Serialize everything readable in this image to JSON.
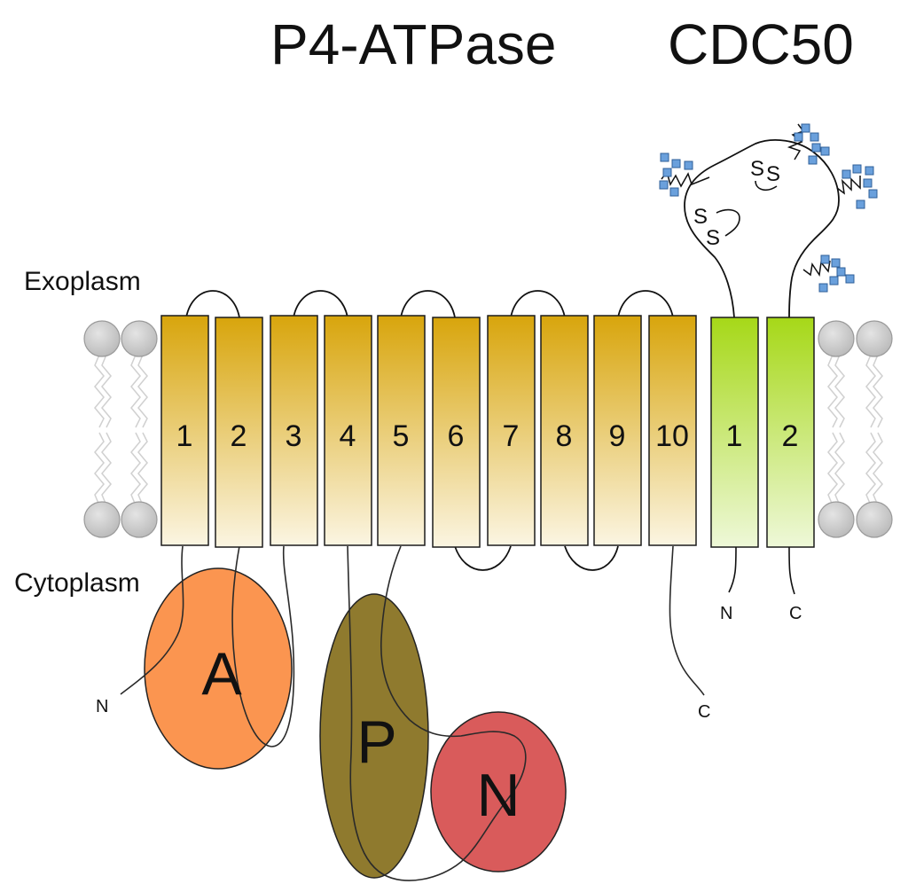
{
  "titles": {
    "left": "P4-ATPase",
    "right": "CDC50"
  },
  "regions": {
    "exoplasm": "Exoplasm",
    "cytoplasm": "Cytoplasm"
  },
  "p4_helices": [
    "1",
    "2",
    "3",
    "4",
    "5",
    "6",
    "7",
    "8",
    "9",
    "10"
  ],
  "cdc50_helices": [
    "1",
    "2"
  ],
  "domains": {
    "a": "A",
    "p": "P",
    "n": "N"
  },
  "termini": {
    "p4_n": "N",
    "p4_c": "C",
    "cdc50_n": "N",
    "cdc50_c": "C"
  },
  "disulfides": [
    {
      "first": "S",
      "second": "S"
    },
    {
      "first": "S",
      "second": "S"
    }
  ],
  "colors": {
    "p4_helix_top": "#d8a50c",
    "p4_helix_bottom": "#fbf5e2",
    "cdc50_helix_top": "#a6d818",
    "cdc50_helix_bottom": "#eef8d8",
    "domain_a": "#fb9550",
    "domain_p": "#8f7a2e",
    "domain_n": "#d95b5b",
    "lipid_head": "#c9c9c9",
    "glycan": "#6aa0dc"
  }
}
